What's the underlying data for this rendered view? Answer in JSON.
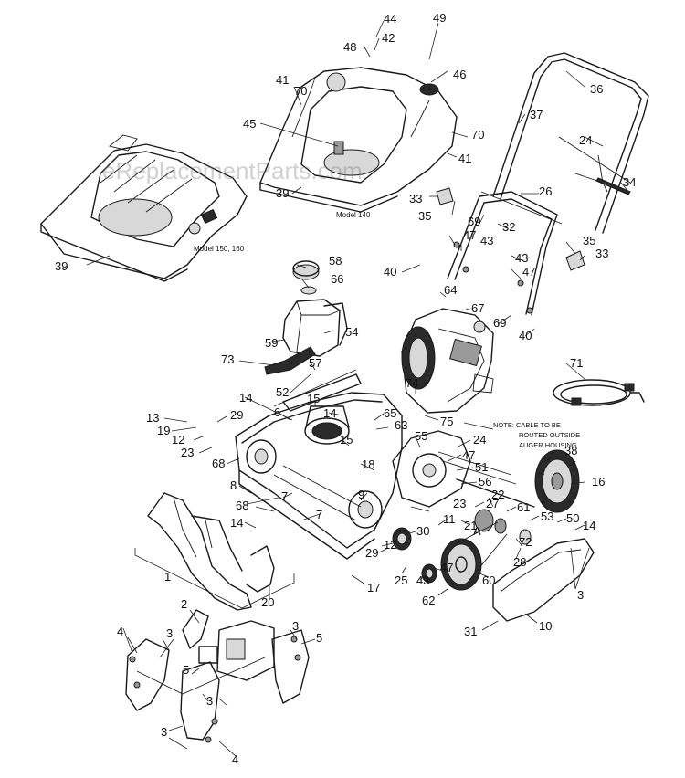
{
  "watermark": "eReplacementParts.com",
  "models": {
    "model_150_160": "Model 150, 160",
    "model_140": "Model 140"
  },
  "note": {
    "line1": "NOTE: CABLE TO BE",
    "line2": "ROUTED OUTSIDE",
    "line3": "AUGER HOUSING"
  },
  "callouts": {
    "c44": "44",
    "c49": "49",
    "c48": "48",
    "c42": "42",
    "c41a": "41",
    "c70a": "70",
    "c46": "46",
    "c36": "36",
    "c37": "37",
    "c45": "45",
    "c70b": "70",
    "c41b": "41",
    "c24a": "24",
    "c34": "34",
    "c39a": "39",
    "c39b": "39",
    "c26": "26",
    "c33a": "33",
    "c35a": "35",
    "c69a": "69",
    "c32": "32",
    "c47a": "47",
    "c43a": "43",
    "c35b": "35",
    "c33b": "33",
    "c40a": "40",
    "c58": "58",
    "c66": "66",
    "c43b": "43",
    "c47b": "47",
    "c64": "64",
    "c67": "67",
    "c69b": "69",
    "c54": "54",
    "c59": "59",
    "c40b": "40",
    "c73": "73",
    "c57": "57",
    "c71": "71",
    "c52": "52",
    "c15a": "15",
    "c74": "74",
    "c14a": "14",
    "c6": "6",
    "c14b": "14",
    "c65": "65",
    "c13": "13",
    "c29a": "29",
    "c63": "63",
    "c75": "75",
    "c19": "19",
    "c12a": "12",
    "c15b": "15",
    "c55": "55",
    "c24b": "24",
    "c23a": "23",
    "c68a": "68",
    "c18": "18",
    "c47c": "47",
    "c38": "38",
    "c51": "51",
    "c8": "8",
    "c56": "56",
    "c16": "16",
    "c68b": "68",
    "c7a": "7",
    "c9": "9",
    "c22": "22",
    "c7b": "7",
    "c27": "27",
    "c23b": "23",
    "c61": "61",
    "c14c": "14",
    "c11": "11",
    "c21": "21",
    "c53": "53",
    "c50": "50",
    "c14d": "14",
    "c30": "30",
    "c29b": "29",
    "c28": "28",
    "c72": "72",
    "c12b": "12",
    "c47d": "47",
    "c1": "1",
    "c25": "25",
    "c43c": "43",
    "c60": "60",
    "c17": "17",
    "c62": "62",
    "c3a": "3",
    "c20": "20",
    "c10": "10",
    "c31": "31",
    "c2": "2",
    "c3b": "3",
    "c4a": "4",
    "c3c": "3",
    "c5a": "5",
    "c5b": "5",
    "c3d": "3",
    "c3e": "3",
    "c4b": "4",
    "cA": "A"
  }
}
